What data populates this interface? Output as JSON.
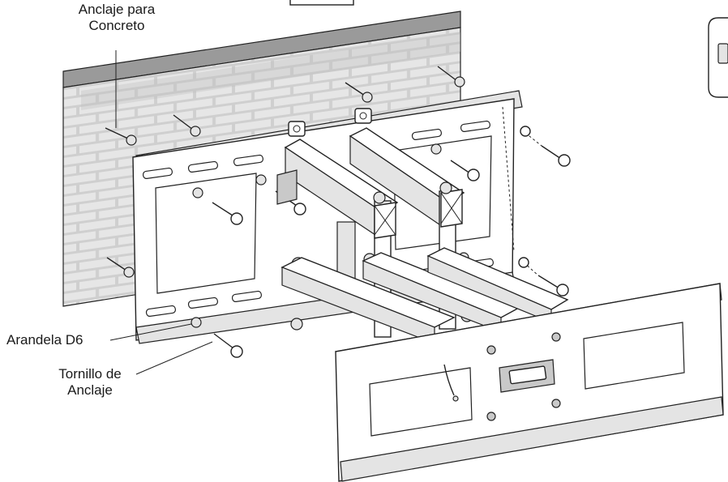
{
  "callouts": {
    "concrete_anchor": [
      "Anclaje para",
      "Concreto"
    ],
    "washer": "Arandela D6",
    "anchor_screw": [
      "Tornillo de",
      "Anclaje"
    ]
  },
  "colors": {
    "wall": "#cfcfcf",
    "mortar": "#e9e9e9",
    "metal": "#ffffff",
    "shadow": "#c9c9c9",
    "line": "#222222"
  }
}
